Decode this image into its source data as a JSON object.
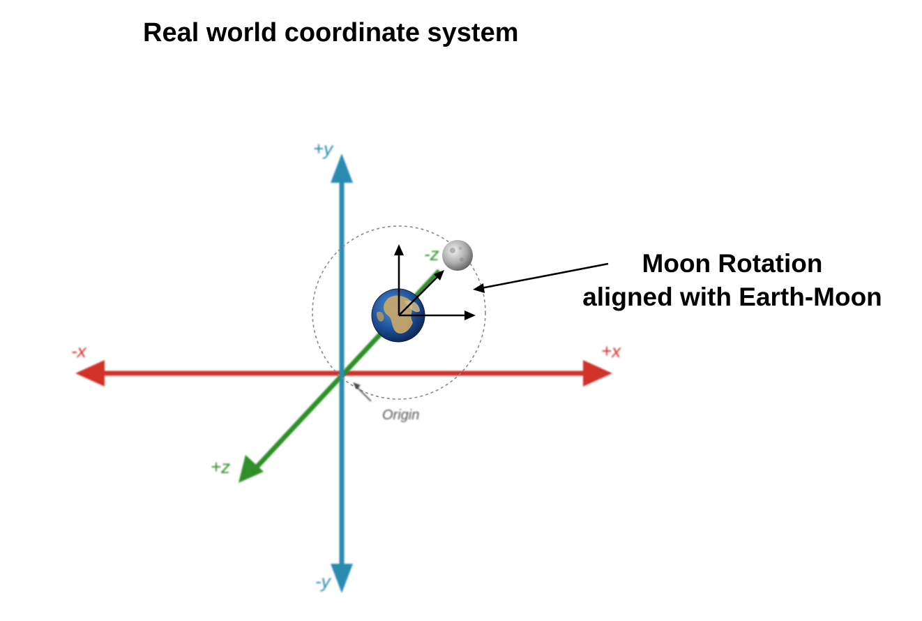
{
  "title": "Real world coordinate system",
  "axes": {
    "plus_x": "+x",
    "minus_x": "-x",
    "plus_y": "+y",
    "minus_y": "-y",
    "plus_z": "+z",
    "minus_z": "-z"
  },
  "origin_label": "Origin",
  "annotation": {
    "line1": "Moon Rotation",
    "line2": "aligned with Earth-Moon"
  },
  "colors": {
    "x_axis": "#d0322c",
    "y_axis": "#2a8bb0",
    "z_axis": "#2e8f28",
    "orbit": "#8a8a8a",
    "arrows": "#000000"
  },
  "icons": {
    "earth": "earth-globe-icon",
    "moon": "moon-icon"
  }
}
